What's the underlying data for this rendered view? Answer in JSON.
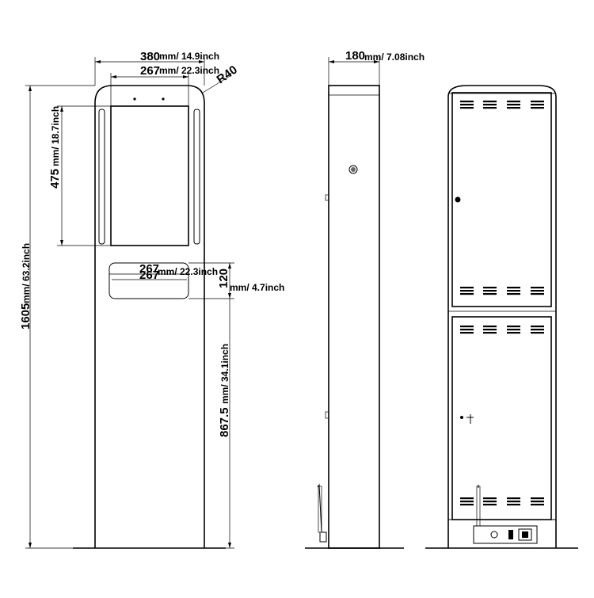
{
  "dims": {
    "width": {
      "value": "380",
      "unit": "mm/ 14.9inch"
    },
    "screen_width": {
      "value": "267",
      "unit": "mm/ 22.3inch"
    },
    "radius": {
      "value": "R40"
    },
    "screen_height": {
      "value": "475",
      "unit": "mm/ 18.7inch"
    },
    "total_height": {
      "value": "1605",
      "unit": "mm/ 63.2inch"
    },
    "slot_width_a": {
      "value": "267",
      "unit": "mm/ 22.3inch"
    },
    "slot_width_b": {
      "value": "267"
    },
    "slot_height": {
      "value": "120",
      "unit": "mm/ 4.7inch"
    },
    "slot_elevation": {
      "value": "867.5",
      "unit": "mm/ 34.1inch"
    },
    "depth": {
      "value": "180",
      "unit": "mm/ 7.08inch"
    }
  }
}
